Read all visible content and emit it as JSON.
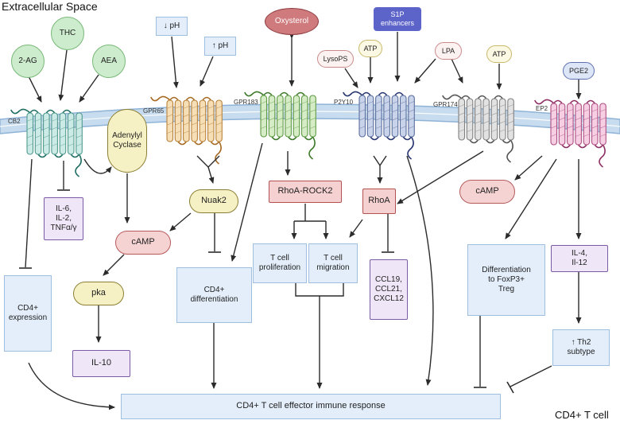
{
  "titles": {
    "extracellular": "Extracellular Space",
    "cell": "CD4+ T cell"
  },
  "ligands": {
    "two_ag": "2-AG",
    "thc": "THC",
    "aea": "AEA",
    "ph_down": "↓ pH",
    "ph_up": "↑ pH",
    "oxysterol": "Oxysterol",
    "s1p": "S1P\nenhancers",
    "lysops": "LysoPS",
    "atp_p2y10": "ATP",
    "lpa": "LPA",
    "atp_gpr174": "ATP",
    "pge2": "PGE2"
  },
  "receptors": {
    "cb2": "CB2",
    "gpr65": "GPR65",
    "gpr183": "GPR183",
    "p2y10": "P2Y10",
    "gpr174": "GPR174",
    "ep2": "EP2"
  },
  "nodes": {
    "adenylyl_cyclase": "Adenylyl\nCyclase",
    "nuak2": "Nuak2",
    "camp_left": "cAMP",
    "pka": "pka",
    "rhoa_rock2": "RhoA-ROCK2",
    "rhoa": "RhoA",
    "camp_right": "cAMP"
  },
  "boxes": {
    "il6": "IL-6,\nIL-2,\nTNFα/γ",
    "cd4_expression": "CD4+\nexpression",
    "il10": "IL-10",
    "cd4_differentiation": "CD4+\ndifferentiation",
    "tcell_proliferation": "T cell\nproliferation",
    "tcell_migration": "T cell\nmigration",
    "ccl": "CCL19,\nCCL21,\nCXCL12",
    "foxp3": "Differentiation\nto FoxP3+\nTreg",
    "il4": "IL-4,\nIl-12",
    "th2": "↑ Th2\nsubtype",
    "effector": "CD4+ T cell effector immune response"
  },
  "colors": {
    "membrane": "#c8dcef",
    "membrane_edge": "#8fb3d6",
    "cb2_fill": "#cdebe6",
    "cb2_stroke": "#4f9a8e",
    "gpr65_fill": "#f6dfb6",
    "gpr65_stroke": "#b9823a",
    "gpr183_fill": "#d5ecc6",
    "gpr183_stroke": "#5f9a44",
    "p2y10_fill": "#c9d3ea",
    "p2y10_stroke": "#5b6f9e",
    "gpr174_fill": "#e2e2e2",
    "gpr174_stroke": "#808080",
    "ep2_fill": "#f6cfe3",
    "ep2_stroke": "#b04f84",
    "loop_cb2": "#1e6e62",
    "loop_gpr65": "#a66a22",
    "loop_gpr183": "#3c7a2a",
    "loop_p2y10": "#27356e",
    "loop_gpr174": "#555555",
    "loop_ep2": "#8e2f63",
    "arrow": "#2b2b2b"
  }
}
